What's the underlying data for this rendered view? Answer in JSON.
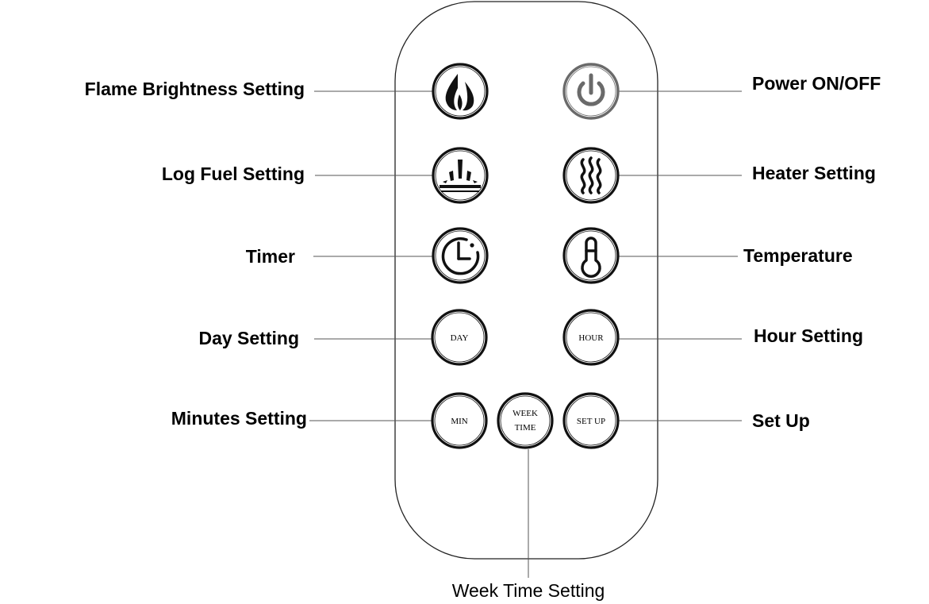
{
  "labels": {
    "flame_brightness": "Flame Brightness Setting",
    "power": "Power ON/OFF",
    "log_fuel": "Log Fuel Setting",
    "heater": "Heater Setting",
    "timer": "Timer",
    "temperature": "Temperature",
    "day_setting": "Day Setting",
    "hour_setting": "Hour Setting",
    "minutes_setting": "Minutes Setting",
    "set_up": "Set Up",
    "week_time_setting": "Week Time Setting"
  },
  "buttons": {
    "day": "DAY",
    "hour": "HOUR",
    "min": "MIN",
    "week_line1": "WEEK",
    "week_line2": "TIME",
    "set_up": "SET UP"
  },
  "colors": {
    "outline": "#111111",
    "power_icon": "#6a6a6a",
    "leader": "#555555"
  },
  "icons": {
    "flame_brightness": "flame-icon",
    "power": "power-icon",
    "log_fuel": "log-fuel-icon",
    "heater": "heat-waves-icon",
    "timer": "clock-icon",
    "temperature": "thermometer-icon"
  }
}
